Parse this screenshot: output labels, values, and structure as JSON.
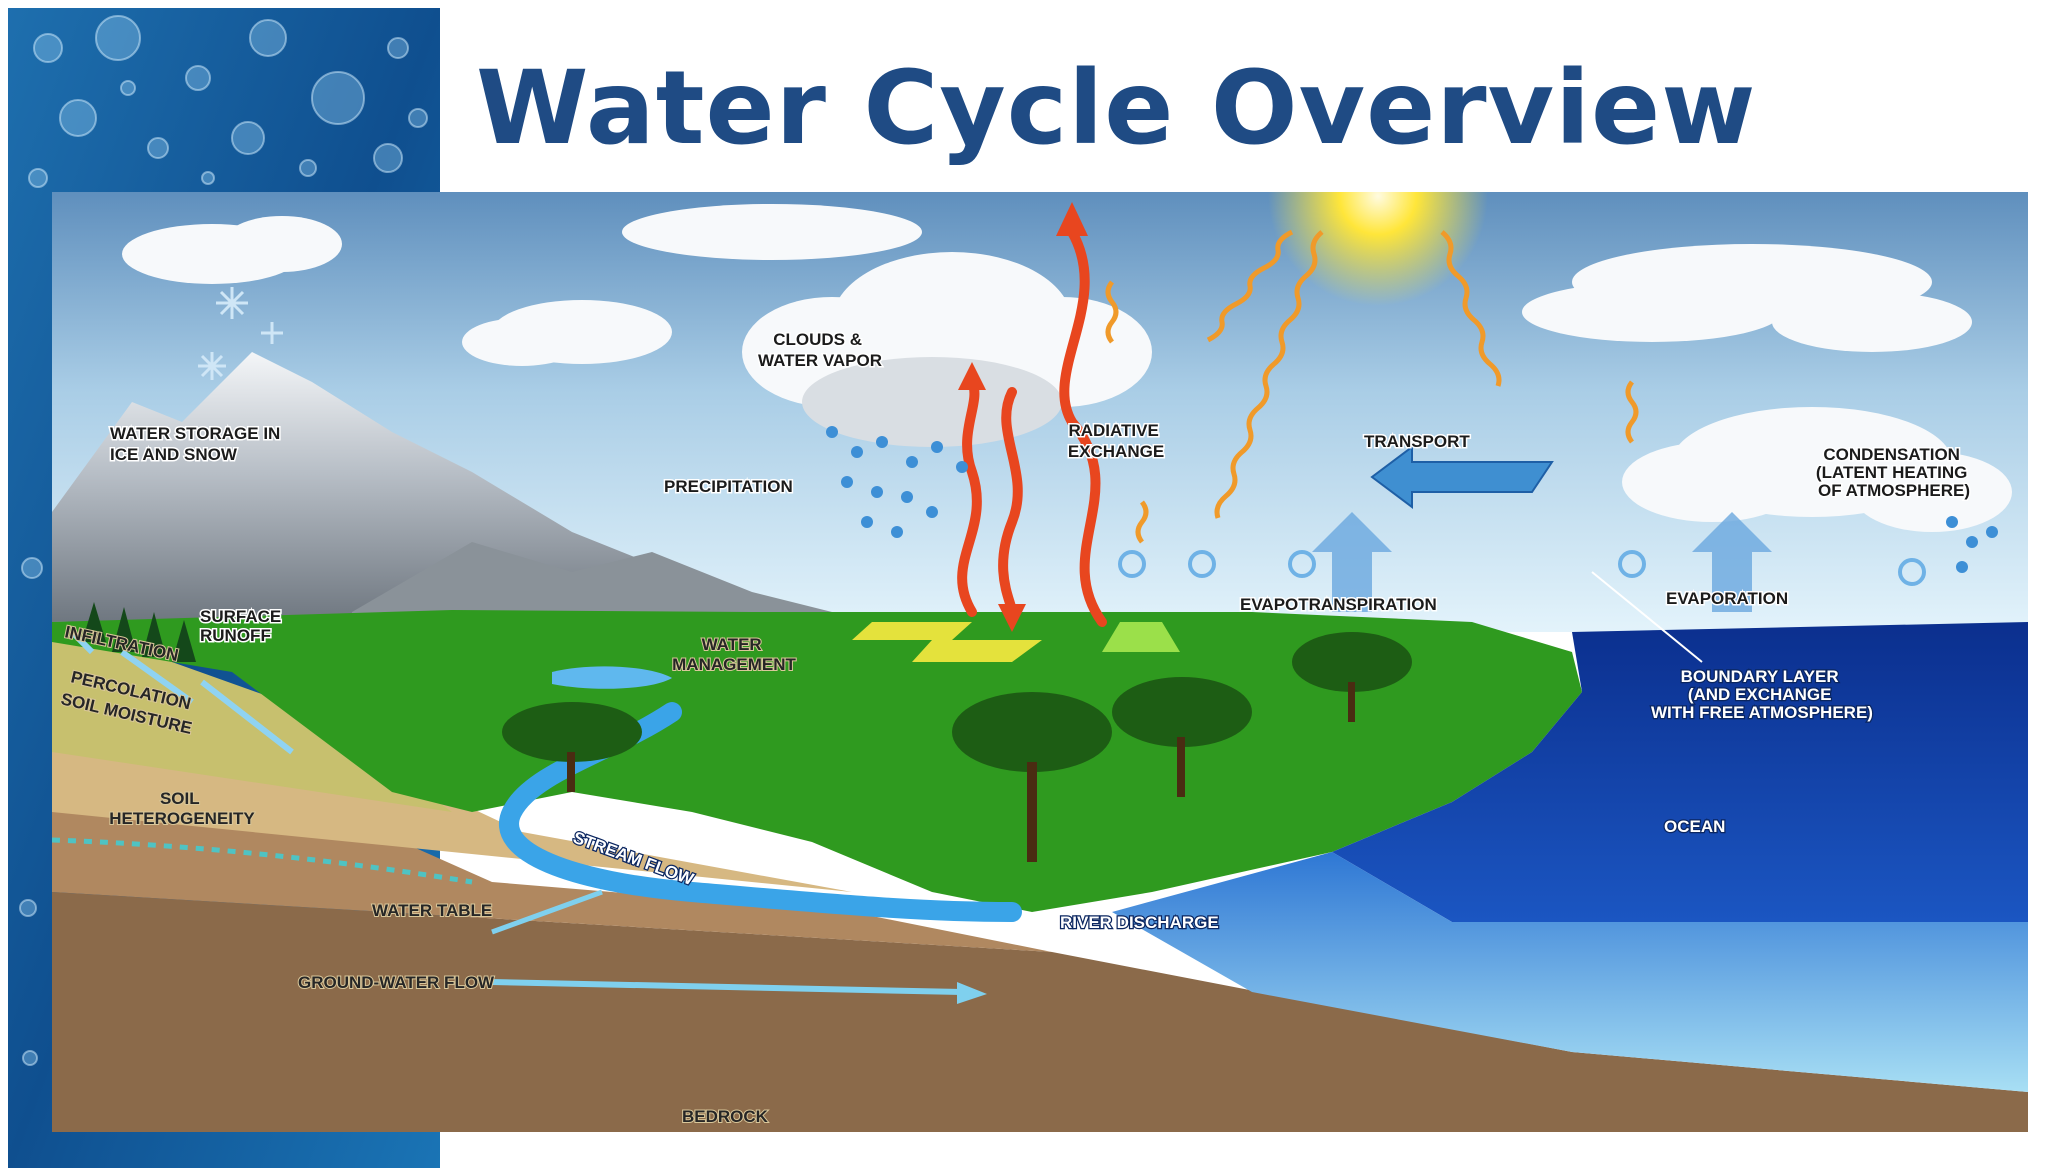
{
  "slide": {
    "title": "Water Cycle Overview"
  },
  "diagram": {
    "labels": {
      "clouds_water_vapor": [
        "CLOUDS &",
        "WATER VAPOR"
      ],
      "water_storage": [
        "WATER STORAGE IN",
        "ICE AND SNOW"
      ],
      "precipitation": "PRECIPITATION",
      "radiative_exchange": [
        "RADIATIVE",
        "EXCHANGE"
      ],
      "transport": "TRANSPORT",
      "condensation": [
        "CONDENSATION",
        "(LATENT HEATING",
        "OF ATMOSPHERE)"
      ],
      "surface_runoff": [
        "SURFACE",
        "RUNOFF"
      ],
      "infiltration": "INFILTRATION",
      "percolation": "PERCOLATION",
      "soil_moisture": "SOIL MOISTURE",
      "soil_heterogeneity": [
        "SOIL",
        "HETEROGENEITY"
      ],
      "water_management": [
        "WATER",
        "MANAGEMENT"
      ],
      "evapotranspiration": "EVAPOTRANSPIRATION",
      "evaporation": "EVAPORATION",
      "boundary_layer": [
        "BOUNDARY LAYER",
        "(AND EXCHANGE",
        "WITH FREE ATMOSPHERE)"
      ],
      "ocean": "OCEAN",
      "stream_flow": "STREAM FLOW",
      "water_table": "WATER TABLE",
      "river_discharge": "RIVER DISCHARGE",
      "ground_water_flow": "GROUND-WATER FLOW",
      "bedrock": "BEDROCK"
    },
    "colors": {
      "title": "#1f4b84",
      "ocean": "#123c9c",
      "land": "#2f9a1f",
      "sky_top": "#5f8fbd",
      "sky_bottom": "#d6eef9",
      "energy_arrow": "#e8461f",
      "solar_wave": "#f09a2a",
      "sun": "#ffe63a"
    }
  }
}
